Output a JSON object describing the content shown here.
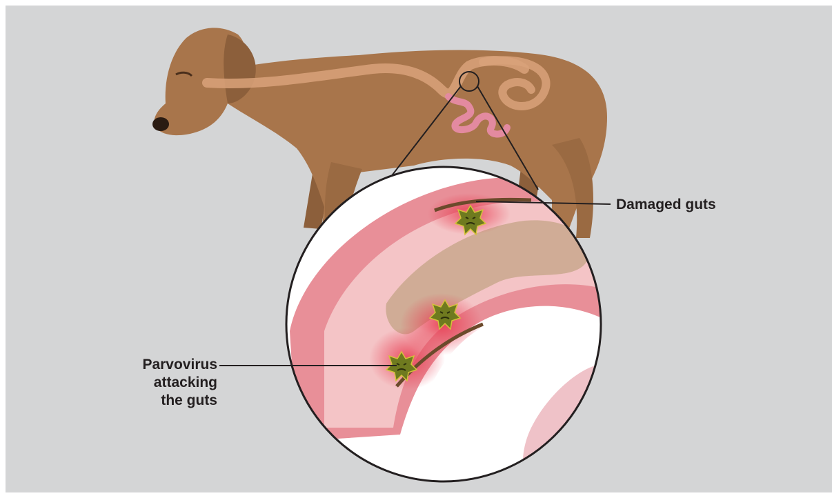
{
  "labels": {
    "damaged": "Damaged guts",
    "parvo_line1": "Parvovirus",
    "parvo_line2": "attacking",
    "parvo_line3": "the guts"
  },
  "colors": {
    "background": "#d4d5d6",
    "dog_body": "#a8754b",
    "dog_shadow": "#8c5f3b",
    "digestive_tract": "#d9a27a",
    "intestine": "#e38aa0",
    "gut_wall": "#e88f98",
    "gut_inner": "#f4c4c6",
    "virus": "#6f7a1f",
    "label_text": "#231f20"
  },
  "icons": [
    "parvovirus-icon",
    "parvovirus-icon",
    "parvovirus-icon"
  ]
}
